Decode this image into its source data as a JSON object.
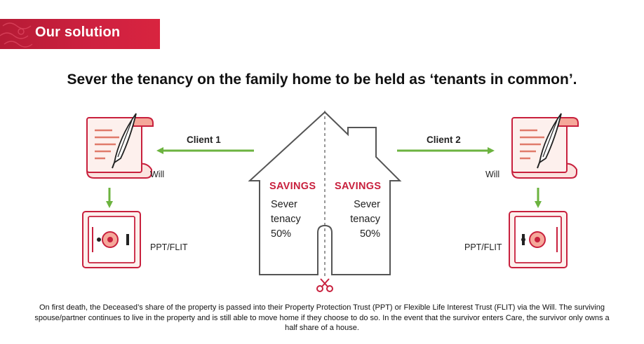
{
  "banner": {
    "title": "Our solution"
  },
  "headline": "Sever the tenancy on the family home to be held as ‘tenants in common’.",
  "left": {
    "client": "Client 1",
    "will_label": "Will",
    "trust_label": "PPT/FLIT"
  },
  "right": {
    "client": "Client 2",
    "will_label": "Will",
    "trust_label": "PPT/FLIT"
  },
  "house": {
    "left": {
      "savings": "SAVINGS",
      "line1": "Sever",
      "line2": "tenacy",
      "line3": "50%"
    },
    "right": {
      "savings": "SAVINGS",
      "line1": "Sever",
      "line2": "tenacy",
      "line3": "50%"
    }
  },
  "footnote": "On first death, the Deceased’s share of the property is passed into their Property Protection Trust (PPT) or Flexible Life Interest Trust (FLIT) via the Will. The surviving spouse/partner continues to live in the property and is still able to move home if they choose to do so. In the event that the survivor enters Care, the survivor only owns a half share of a house.",
  "colors": {
    "brand_red": "#c8203d",
    "arrow_green": "#6cb33f",
    "scroll_fill": "#fbe3df",
    "scroll_line": "#e07a6a"
  },
  "icons": [
    "will-scroll-icon",
    "quill-icon",
    "safe-icon",
    "scissors-icon"
  ]
}
